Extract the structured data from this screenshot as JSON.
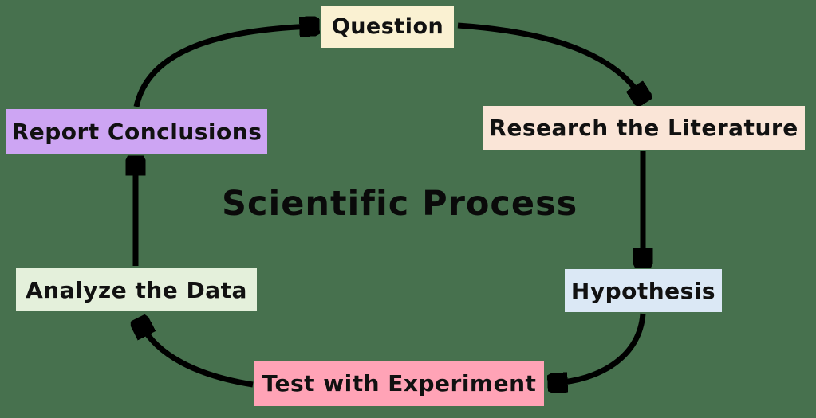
{
  "diagram": {
    "title": "Scientific Process",
    "background_color": "#47714E",
    "arrow_color": "#000000",
    "text_color": "#111111",
    "steps": [
      {
        "id": "question",
        "label": "Question",
        "color": "#FAF1D2"
      },
      {
        "id": "research",
        "label": "Research the Literature",
        "color": "#FAE5D7"
      },
      {
        "id": "hypothesis",
        "label": "Hypothesis",
        "color": "#DBE8F5"
      },
      {
        "id": "test",
        "label": "Test with Experiment",
        "color": "#FFA3B6"
      },
      {
        "id": "analyze",
        "label": "Analyze the Data",
        "color": "#E4F0DB"
      },
      {
        "id": "report",
        "label": "Report Conclusions",
        "color": "#CDA5F3"
      }
    ],
    "arrows": [
      {
        "from": "Report Conclusions",
        "to": "Question"
      },
      {
        "from": "Question",
        "to": "Research the Literature"
      },
      {
        "from": "Research the Literature",
        "to": "Hypothesis"
      },
      {
        "from": "Hypothesis",
        "to": "Test with Experiment"
      },
      {
        "from": "Test with Experiment",
        "to": "Analyze the Data"
      },
      {
        "from": "Analyze the Data",
        "to": "Report Conclusions"
      }
    ]
  }
}
